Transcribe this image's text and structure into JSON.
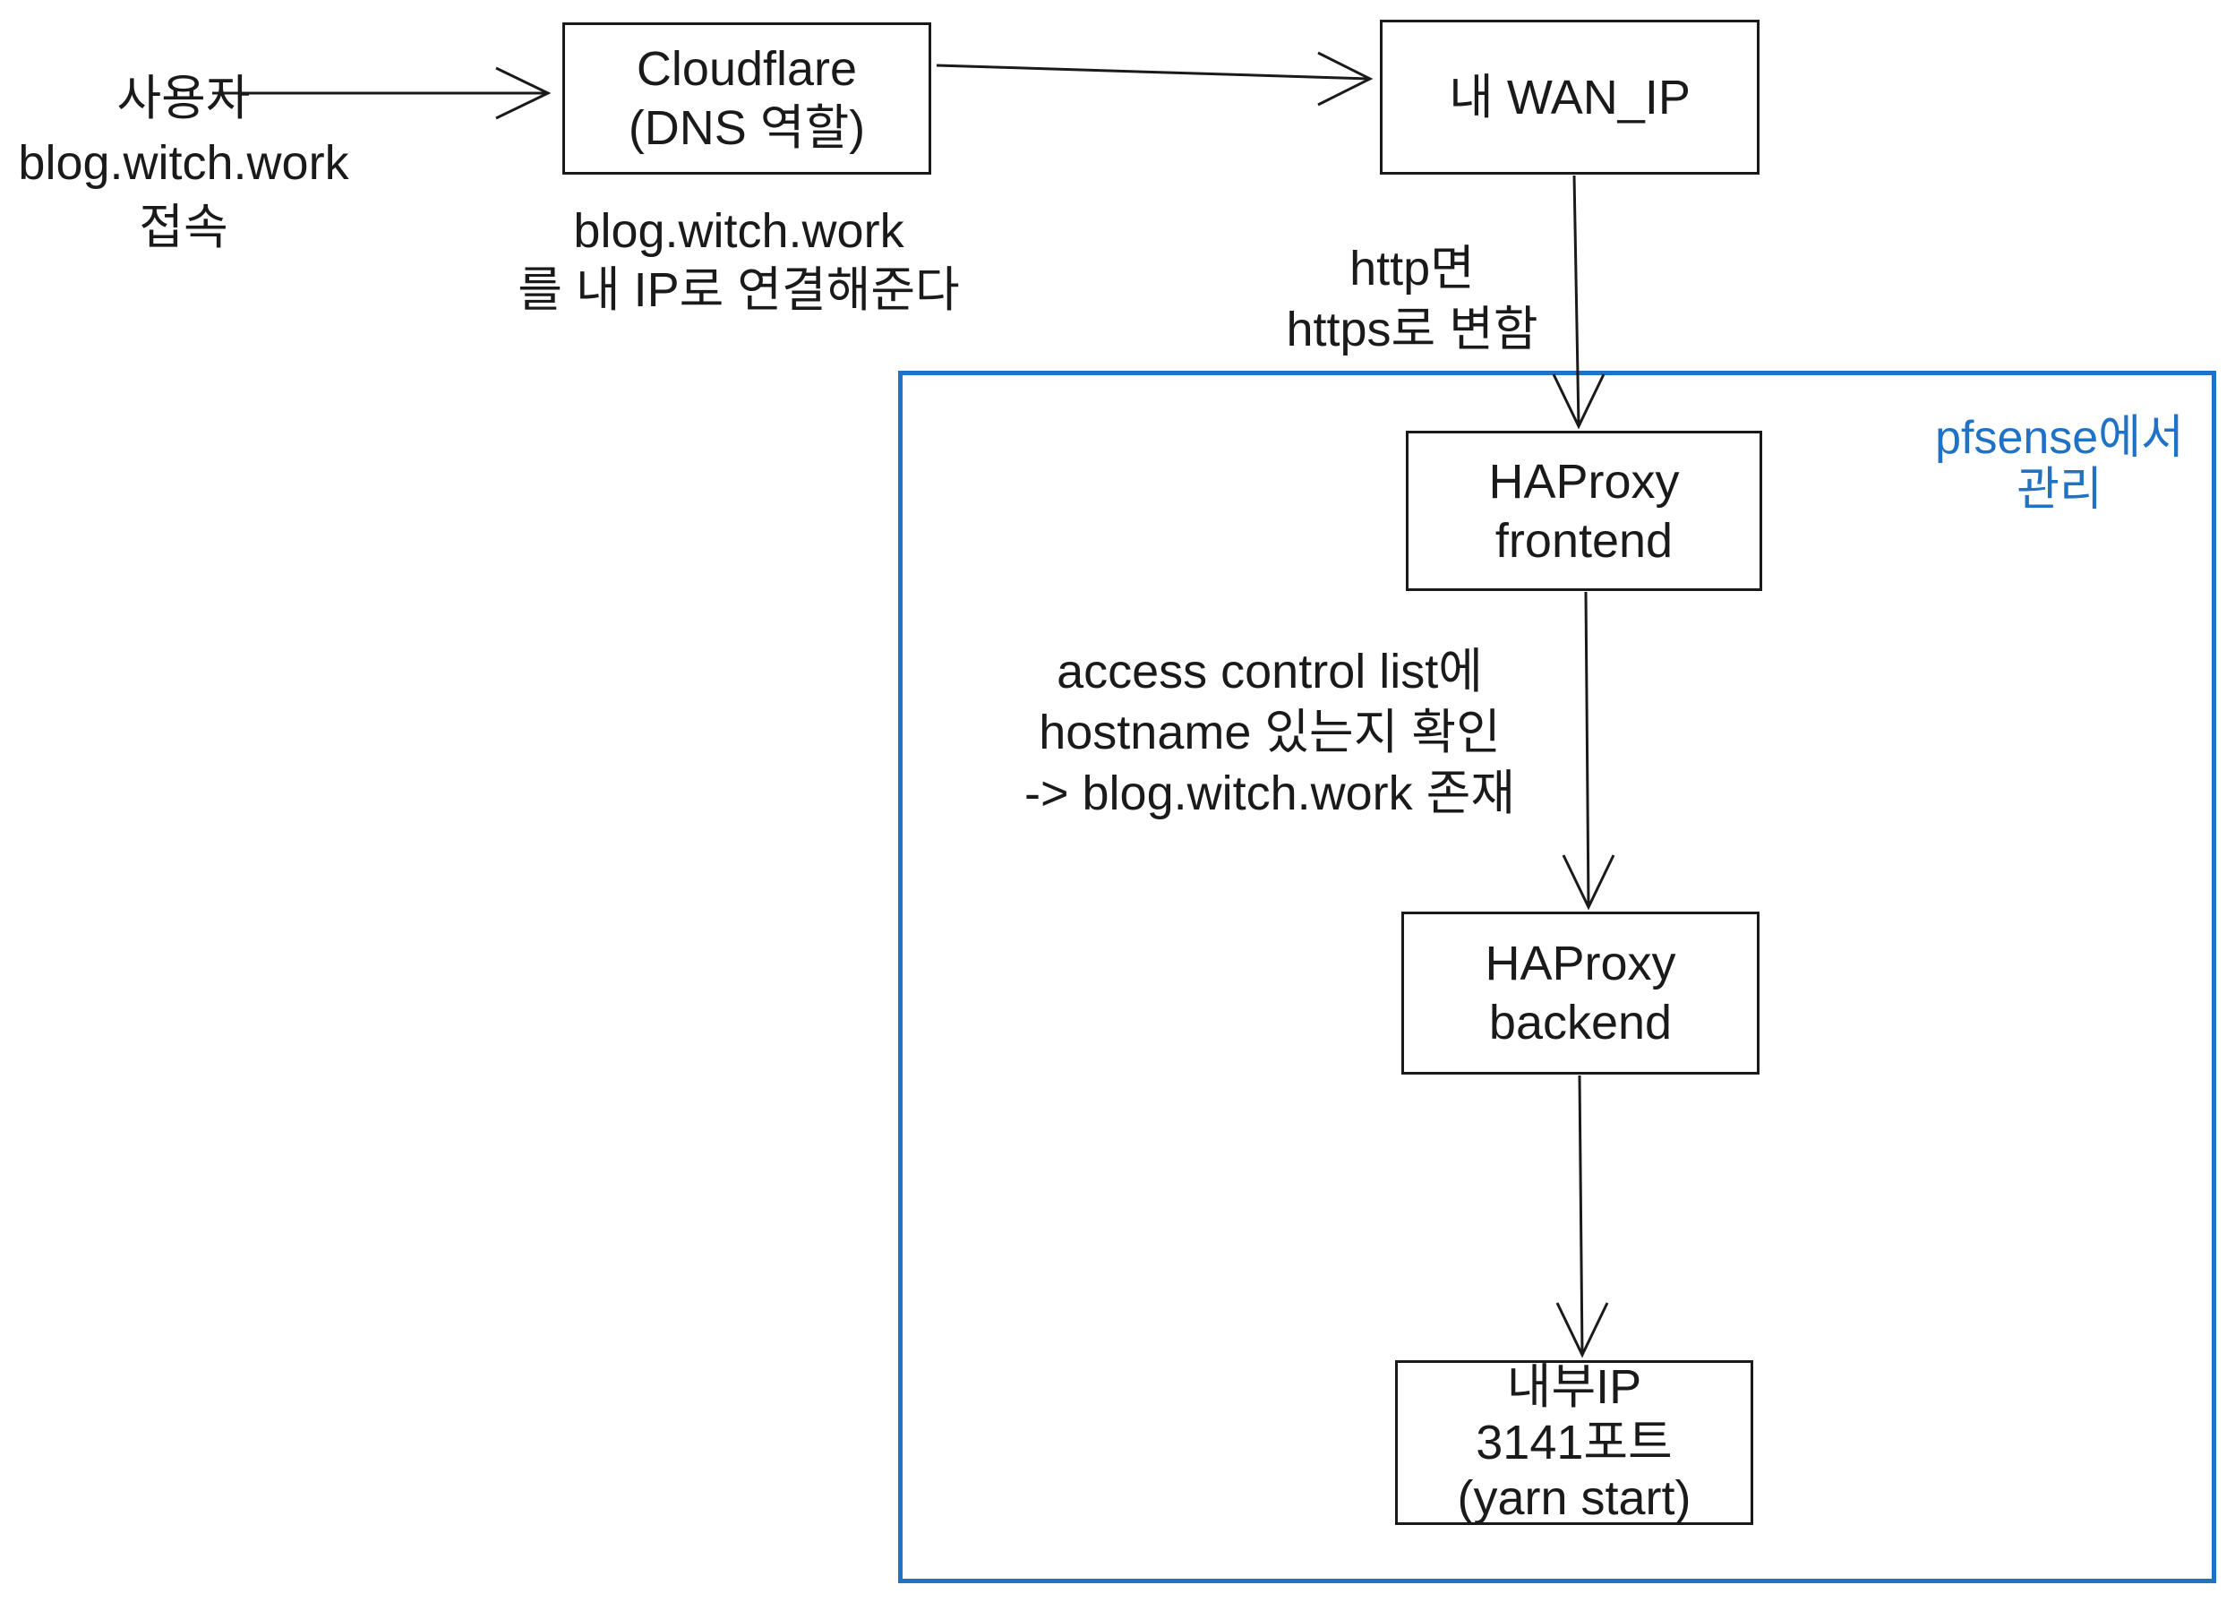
{
  "colors": {
    "accent_blue": "#1f72c4",
    "ink": "#1a1a1a",
    "background": "#ffffff"
  },
  "nodes": {
    "user": {
      "lines": [
        "사용자",
        "blog.witch.work",
        "접속"
      ]
    },
    "cloudflare": {
      "lines": [
        "Cloudflare",
        "(DNS 역할)"
      ]
    },
    "wan_ip": {
      "label": "내 WAN_IP"
    },
    "haproxy_frontend": {
      "lines": [
        "HAProxy",
        "frontend"
      ]
    },
    "haproxy_backend": {
      "lines": [
        "HAProxy",
        "backend"
      ]
    },
    "internal_ip": {
      "lines": [
        "내부IP",
        "3141포트",
        "(yarn start)"
      ]
    }
  },
  "captions": {
    "cloudflare_note": {
      "lines": [
        "blog.witch.work",
        "를 내 IP로 연결해준다"
      ]
    },
    "http_note": {
      "lines": [
        "http면",
        "https로 변함"
      ]
    },
    "acl_note": {
      "lines": [
        "access control list에",
        "hostname 있는지 확인",
        "-> blog.witch.work 존재"
      ]
    },
    "pfsense_group": {
      "lines": [
        "pfsense에서",
        "관리"
      ]
    }
  }
}
